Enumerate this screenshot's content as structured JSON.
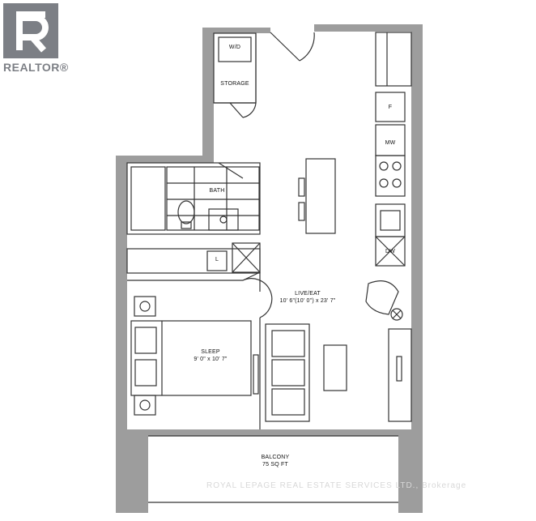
{
  "logo": {
    "text": "REALTOR®",
    "icon": "realtor-r-logo"
  },
  "rooms": {
    "wd": "W/D",
    "storage": "STORAGE",
    "bath": "BATH",
    "linen": "L",
    "fridge": "F",
    "microwave": "MW",
    "dishwasher": "DW",
    "live_eat": {
      "name": "LIVE/EAT",
      "dims": "10' 6\"(10' 0\") x 23' 7\""
    },
    "sleep": {
      "name": "SLEEP",
      "dims": "9' 0\" x 10' 7\""
    },
    "balcony": {
      "name": "BALCONY",
      "area": "75 SQ FT"
    }
  },
  "watermark": "ROYAL LEPAGE REAL ESTATE SERVICES LTD., Brokerage",
  "colors": {
    "wall": "#9a9a9a",
    "line": "#333333",
    "logo": "#7c7f85"
  }
}
